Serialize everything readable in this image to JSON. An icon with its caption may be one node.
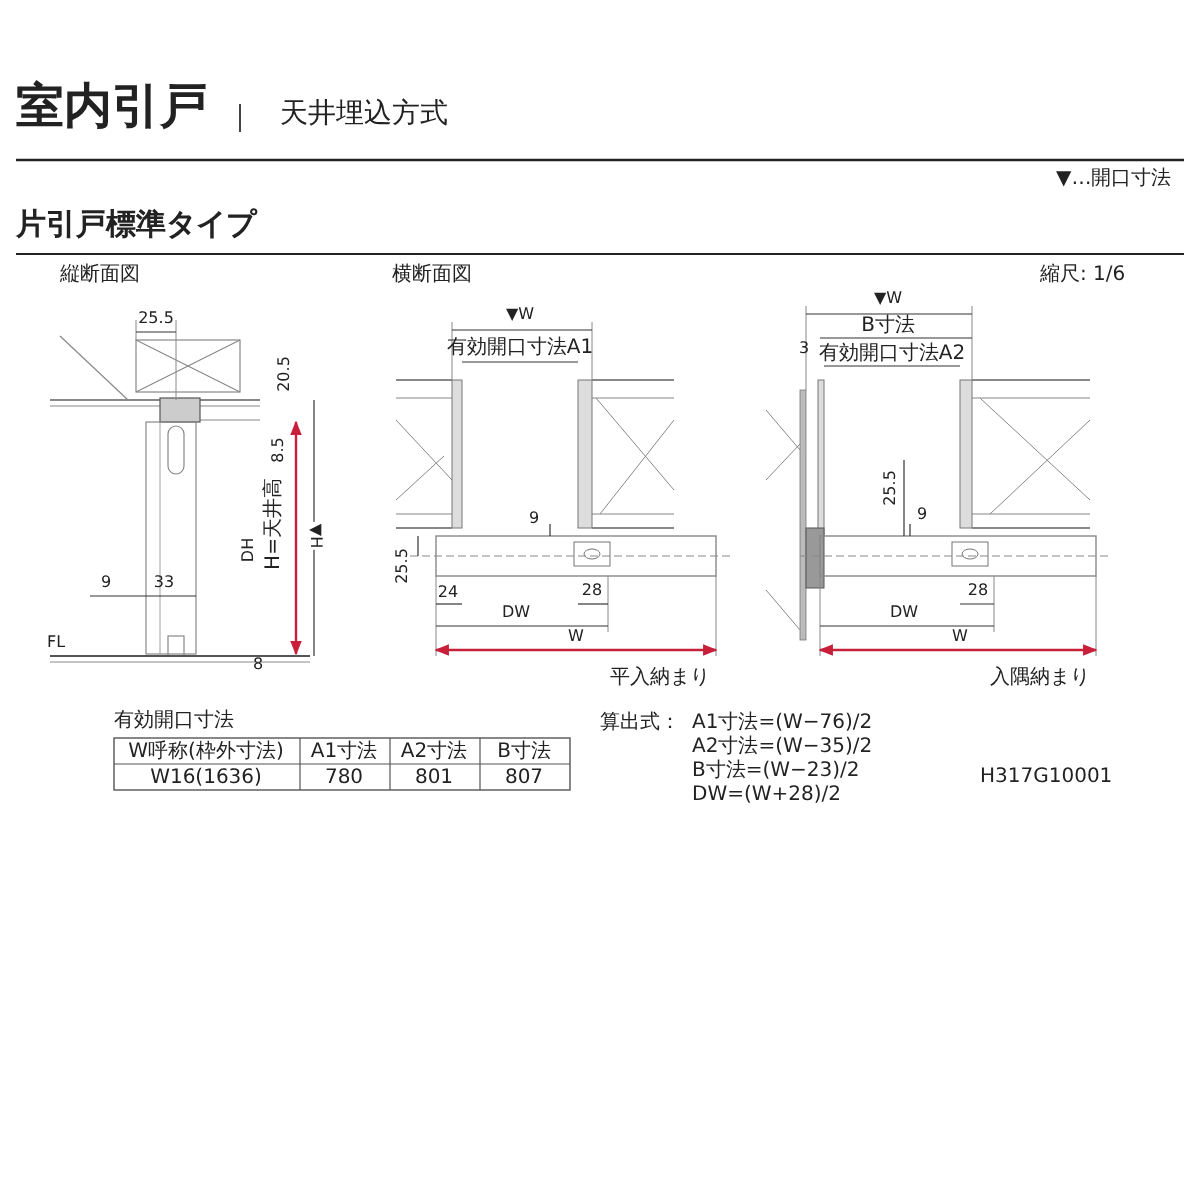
{
  "diagram": {
    "title": "室内引戸",
    "labels": [
      "天井埋込方式",
      "▼…開口寸法",
      "片引戸標準タイプ",
      "縦断面図",
      "横断面図",
      "縮尺: 1/6",
      "25.5",
      "20.5",
      "8.5",
      "DH",
      "H=天井高",
      "▼H",
      "9",
      "33",
      "FL",
      "8",
      "▼W",
      "有効開口寸法A1",
      "9",
      "25.5",
      "24",
      "28",
      "DW",
      "W",
      "平入納まり",
      "▼W",
      "B寸法",
      "3",
      "有効開口寸法A2",
      "25.5",
      "9",
      "28",
      "DW",
      "W",
      "入隅納まり",
      "有効開口寸法",
      "W呼称(枠外寸法)",
      "A1寸法",
      "A2寸法",
      "B寸法",
      "W16(1636)",
      "780",
      "801",
      "807",
      "算出式：",
      "A1寸法=(W−76)/2",
      "A2寸法=(W−35)/2",
      "B寸法=(W−23)/2",
      "DW=(W+28)/2",
      "H317G10001"
    ]
  }
}
